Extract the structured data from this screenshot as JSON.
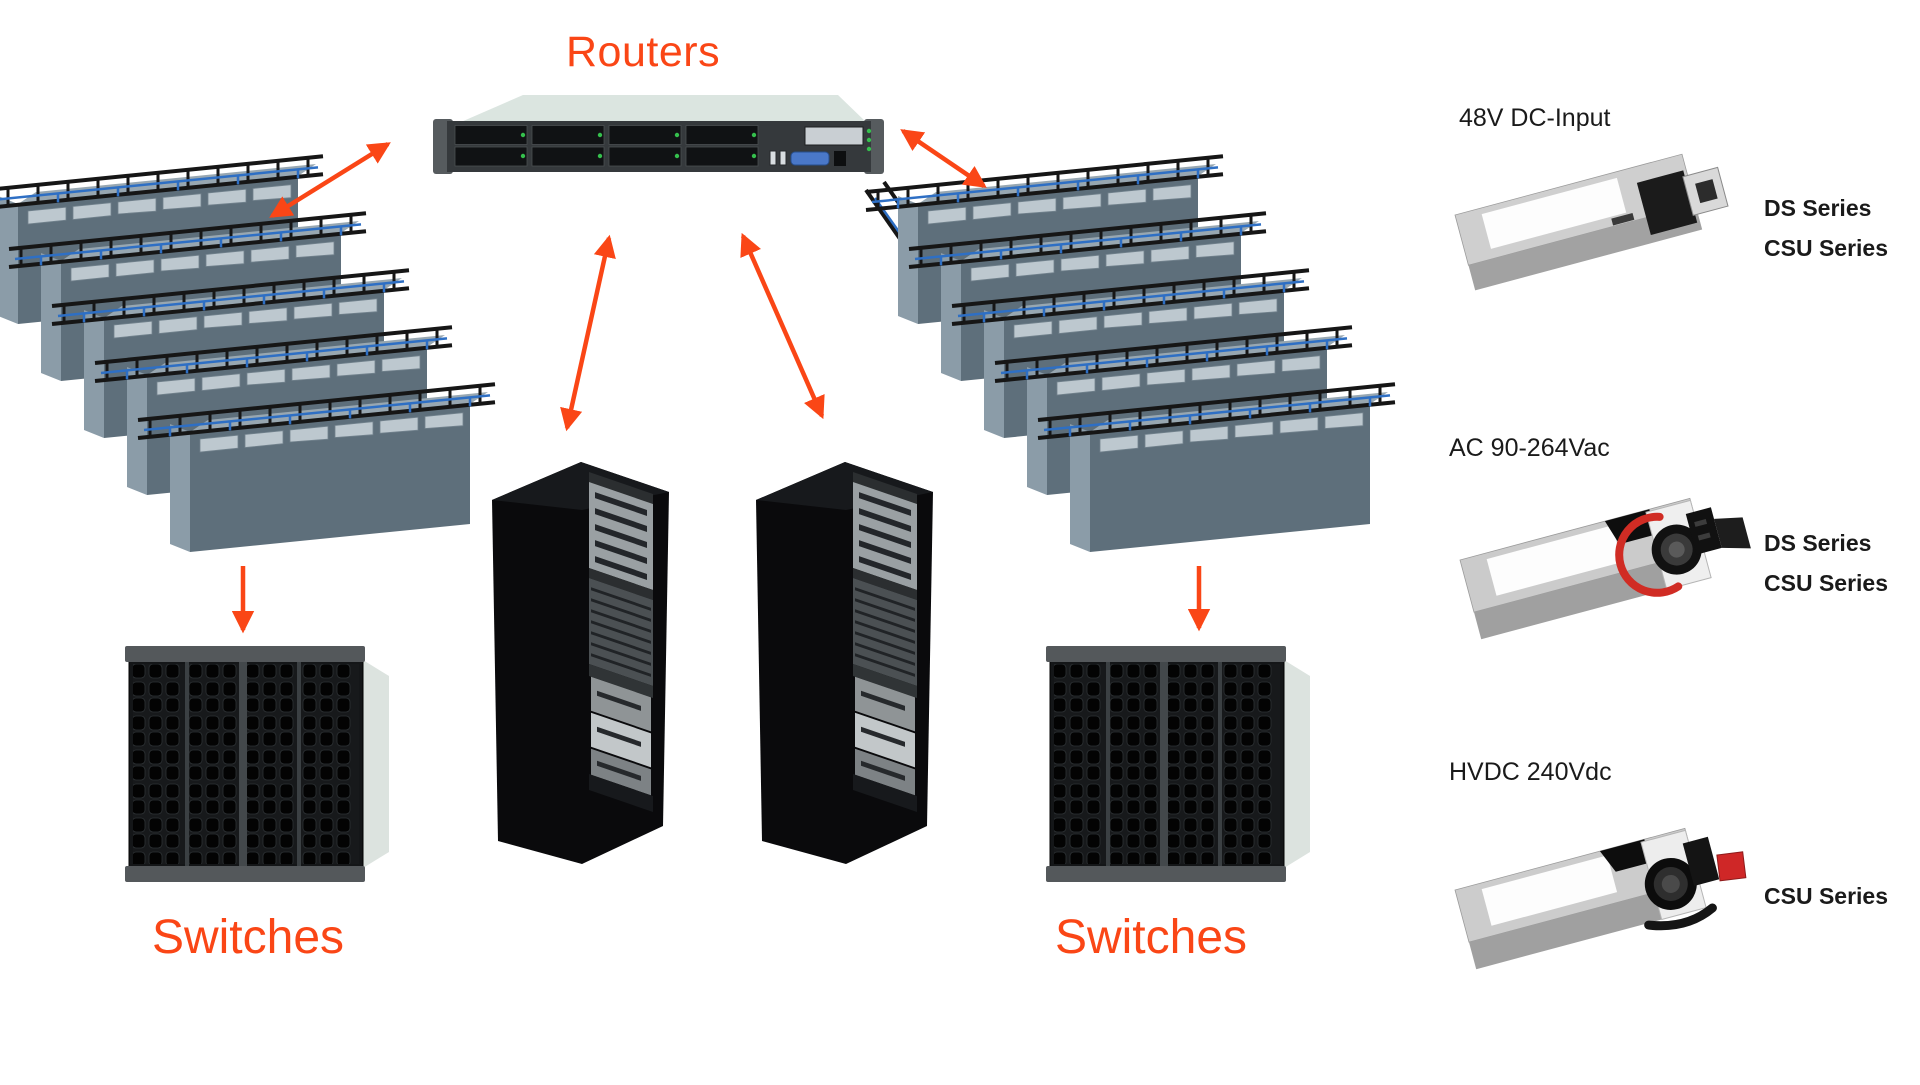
{
  "accent": "#fa4616",
  "labels": {
    "routers": "Routers",
    "switches_left": "Switches",
    "switches_right": "Switches"
  },
  "power_supplies": [
    {
      "input": "48V DC-Input",
      "series": [
        "DS Series",
        "CSU Series"
      ]
    },
    {
      "input": "AC 90-264Vac",
      "series": [
        "DS Series",
        "CSU Series"
      ]
    },
    {
      "input": "HVDC 240Vdc",
      "series": [
        "CSU Series"
      ]
    }
  ],
  "diagram": {
    "nodes": [
      "routers",
      "server-cluster-left",
      "server-cluster-right",
      "server-tower-left",
      "server-tower-right",
      "switch-left",
      "switch-right",
      "psu-48v-dc-input",
      "psu-ac-90-264vac",
      "psu-hvdc-240vdc"
    ],
    "connections": [
      "server-cluster-left <-> routers",
      "routers <-> server-cluster-right",
      "routers <-> server-tower-left",
      "routers <-> server-tower-right",
      "server-cluster-left -> switch-left",
      "server-cluster-right -> switch-right"
    ]
  }
}
